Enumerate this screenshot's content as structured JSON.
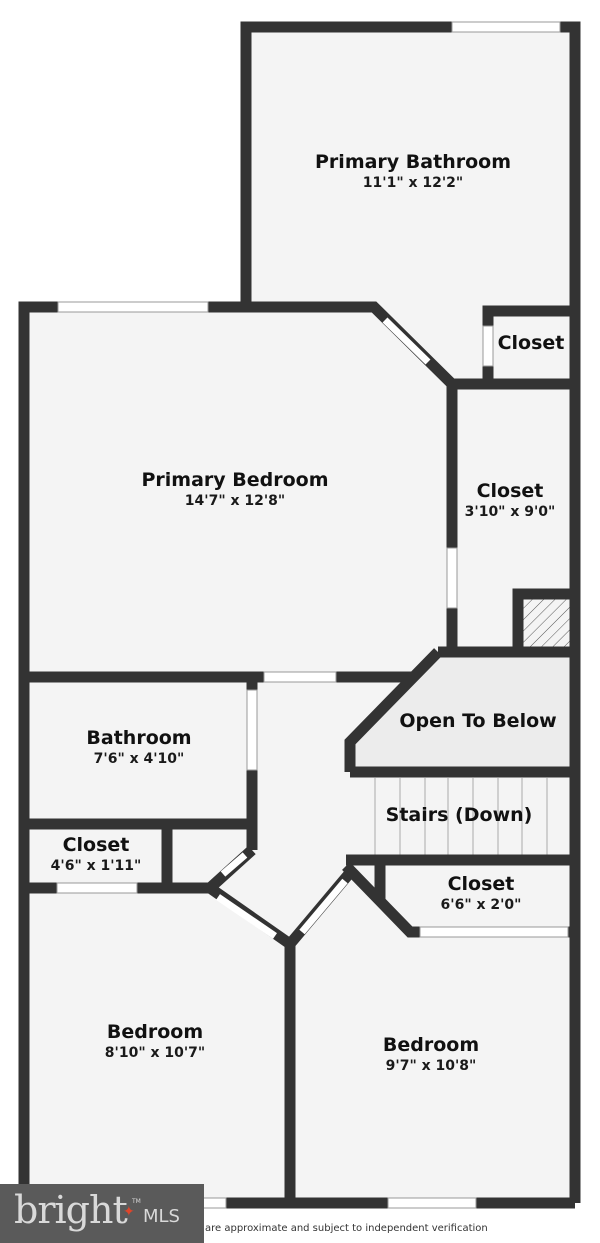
{
  "floorplan": {
    "rooms": [
      {
        "name": "Primary Bathroom",
        "dimensions": "11'1\" x 12'2\""
      },
      {
        "name": "Closet",
        "dimensions": ""
      },
      {
        "name": "Primary Bedroom",
        "dimensions": "14'7\" x 12'8\""
      },
      {
        "name": "Closet",
        "dimensions": "3'10\" x 9'0\""
      },
      {
        "name": "Open To Below",
        "dimensions": ""
      },
      {
        "name": "Bathroom",
        "dimensions": "7'6\" x 4'10\""
      },
      {
        "name": "Stairs (Down)",
        "dimensions": ""
      },
      {
        "name": "Closet",
        "dimensions": "4'6\" x 1'11\""
      },
      {
        "name": "Closet",
        "dimensions": "6'6\" x 2'0\""
      },
      {
        "name": "Bedroom",
        "dimensions": "8'10\" x 10'7\""
      },
      {
        "name": "Bedroom",
        "dimensions": "9'7\" x 10'8\""
      }
    ],
    "colors": {
      "wall": "#333333",
      "floor": "#f4f4f4",
      "open_area": "#ececec"
    }
  },
  "watermark": {
    "brand": "bright",
    "suffix": "MLS",
    "tm": "TM",
    "accent": "#e0452a"
  },
  "disclaimer": "are approximate and subject to independent verification"
}
